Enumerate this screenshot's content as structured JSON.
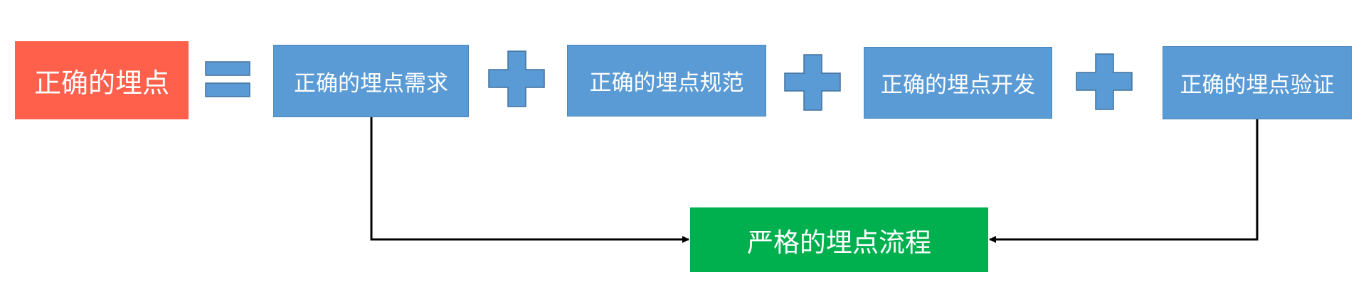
{
  "diagram": {
    "formula_box": {
      "label": "正确的埋点"
    },
    "equals_sign": "=",
    "plus_sign": "+",
    "components": [
      {
        "label": "正确的埋点需求"
      },
      {
        "label": "正确的埋点规范"
      },
      {
        "label": "正确的埋点开发"
      },
      {
        "label": "正确的埋点验证"
      }
    ],
    "process_box": {
      "label": "严格的埋点流程"
    },
    "colors": {
      "formula": "#fe604c",
      "component": "#5b9bd5",
      "component_border": "#4a86bd",
      "process": "#00b04f",
      "operator": "#5b9bd5",
      "operator_border": "#41719c",
      "connector": "#000000"
    }
  }
}
